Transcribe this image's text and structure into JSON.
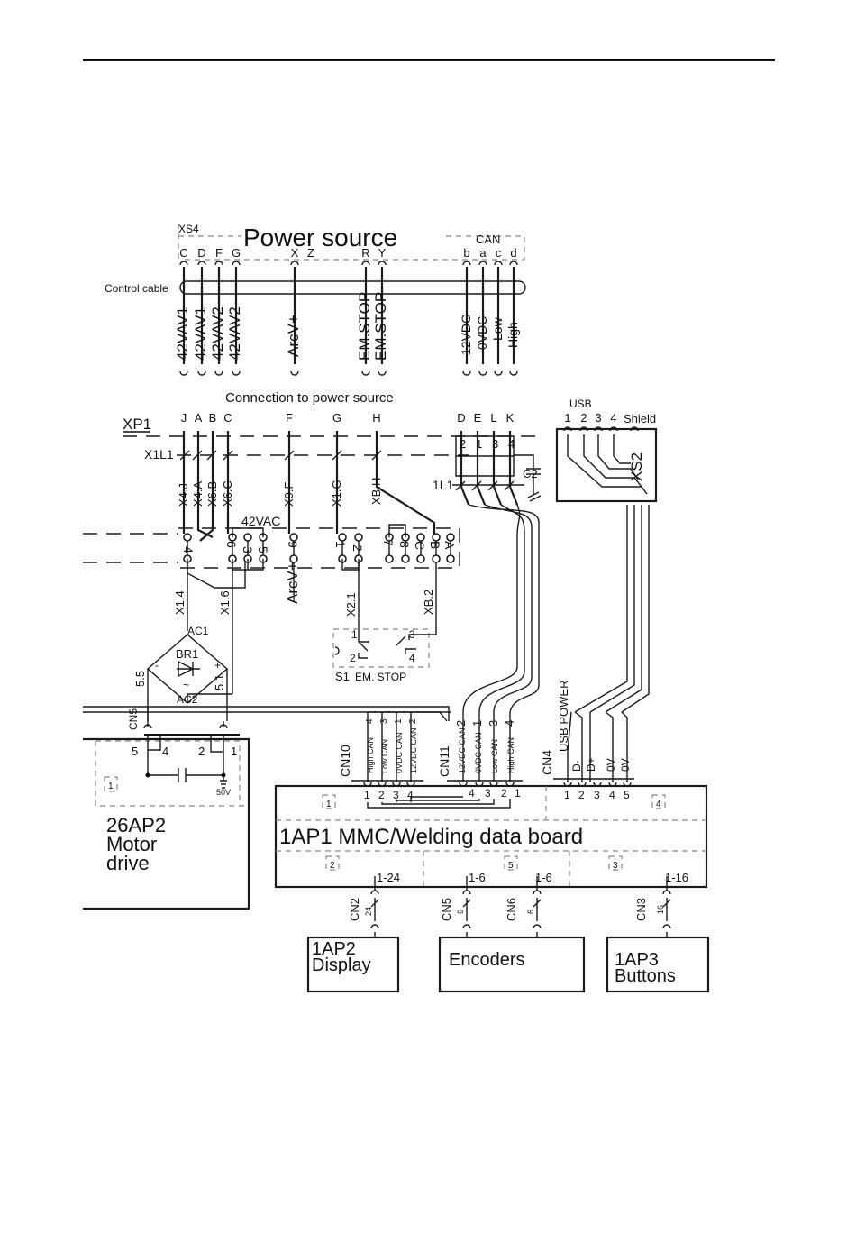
{
  "power_source": {
    "connector": "XS4",
    "title": "Power source",
    "can_label": "CAN",
    "pins": [
      "C",
      "D",
      "F",
      "G",
      "X",
      "Z",
      "R",
      "Y",
      "b",
      "a",
      "c",
      "d"
    ],
    "control_cable": "Control cable",
    "signals": [
      "42VAV1",
      "42VAV1",
      "42VAV2",
      "42VAV2",
      "ArcV+",
      "EM.STOP",
      "EM.STOP",
      "12VDC",
      "0VDC",
      "Low",
      "High"
    ]
  },
  "xp1": {
    "caption": "Connection to power source",
    "name": "XP1",
    "pins": [
      "J",
      "A",
      "B",
      "C",
      "F",
      "G",
      "H",
      "D",
      "E",
      "L",
      "K"
    ],
    "x1l1": "X1L1",
    "wires": [
      "X4.J",
      "X4.A",
      "X6.B",
      "X6.C",
      "X9.F",
      "X1.G",
      "XB.H"
    ],
    "can_numbers": [
      "2",
      "1",
      "3",
      "4"
    ],
    "l1": "1L1",
    "c2": "C2"
  },
  "usb": {
    "label": "USB",
    "pins": [
      "1",
      "2",
      "3",
      "4",
      "Shield"
    ],
    "connector": "XS2",
    "power_label": "USB POWER"
  },
  "terminal": {
    "ac_label": "42VAC",
    "nums": [
      "4",
      "6",
      "3",
      "5",
      "9",
      "1",
      "2",
      "7",
      "8",
      "C",
      "B",
      "A"
    ],
    "wires": [
      "X1.4",
      "X1.6",
      "ArcV+",
      "X2.1",
      "XB.2"
    ]
  },
  "s1": {
    "name": "S1",
    "function": "EM. STOP",
    "pins": [
      "1",
      "2",
      "3",
      "4"
    ]
  },
  "bridge": {
    "name": "BR1",
    "ac1": "AC1",
    "ac2": "AC2",
    "minus": "-",
    "plus": "+",
    "tilde": "~",
    "left_wire": "5.5",
    "right_wire": "5.1"
  },
  "motor": {
    "cn": "CN5",
    "pins": [
      "5",
      "4",
      "2",
      "1"
    ],
    "block": "1",
    "cap_label": "50V",
    "title_lines": [
      "26AP2",
      "Motor",
      "drive"
    ]
  },
  "mmc": {
    "title": "1AP1 MMC/Welding data board",
    "cn10": "CN10",
    "cn10_signals": [
      "High CAN",
      "Low CAN",
      "0VDC CAN",
      "12VDC CAN"
    ],
    "cn10_wires": [
      "4",
      "3",
      "1",
      "2"
    ],
    "cn10_pins": [
      "1",
      "2",
      "3",
      "4"
    ],
    "cn11": "CN11",
    "cn11_signals": [
      "12VDC CAN",
      "0VDC CAN",
      "Low CAN",
      "High CAN"
    ],
    "cn11_wires": [
      "2",
      "1",
      "3",
      "4"
    ],
    "cn11_pins": [
      "4",
      "3",
      "2",
      "1"
    ],
    "cn4": "CN4",
    "cn4_signals": [
      "D-",
      "D+",
      "0V",
      "0V"
    ],
    "cn4_pins": [
      "1",
      "2",
      "3",
      "4",
      "5"
    ],
    "sections": [
      "1",
      "4",
      "2",
      "5",
      "3"
    ],
    "ranges": [
      "1-24",
      "1-6",
      "1-6",
      "1-16"
    ],
    "sub_connectors": [
      "CN2",
      "CN5",
      "CN6",
      "CN3"
    ],
    "wire_counts": [
      "24",
      "6",
      "6",
      "16"
    ]
  },
  "blocks": {
    "display": [
      "1AP2",
      "Display"
    ],
    "encoders": [
      "Encoders"
    ],
    "buttons": [
      "1AP3",
      "Buttons"
    ]
  }
}
